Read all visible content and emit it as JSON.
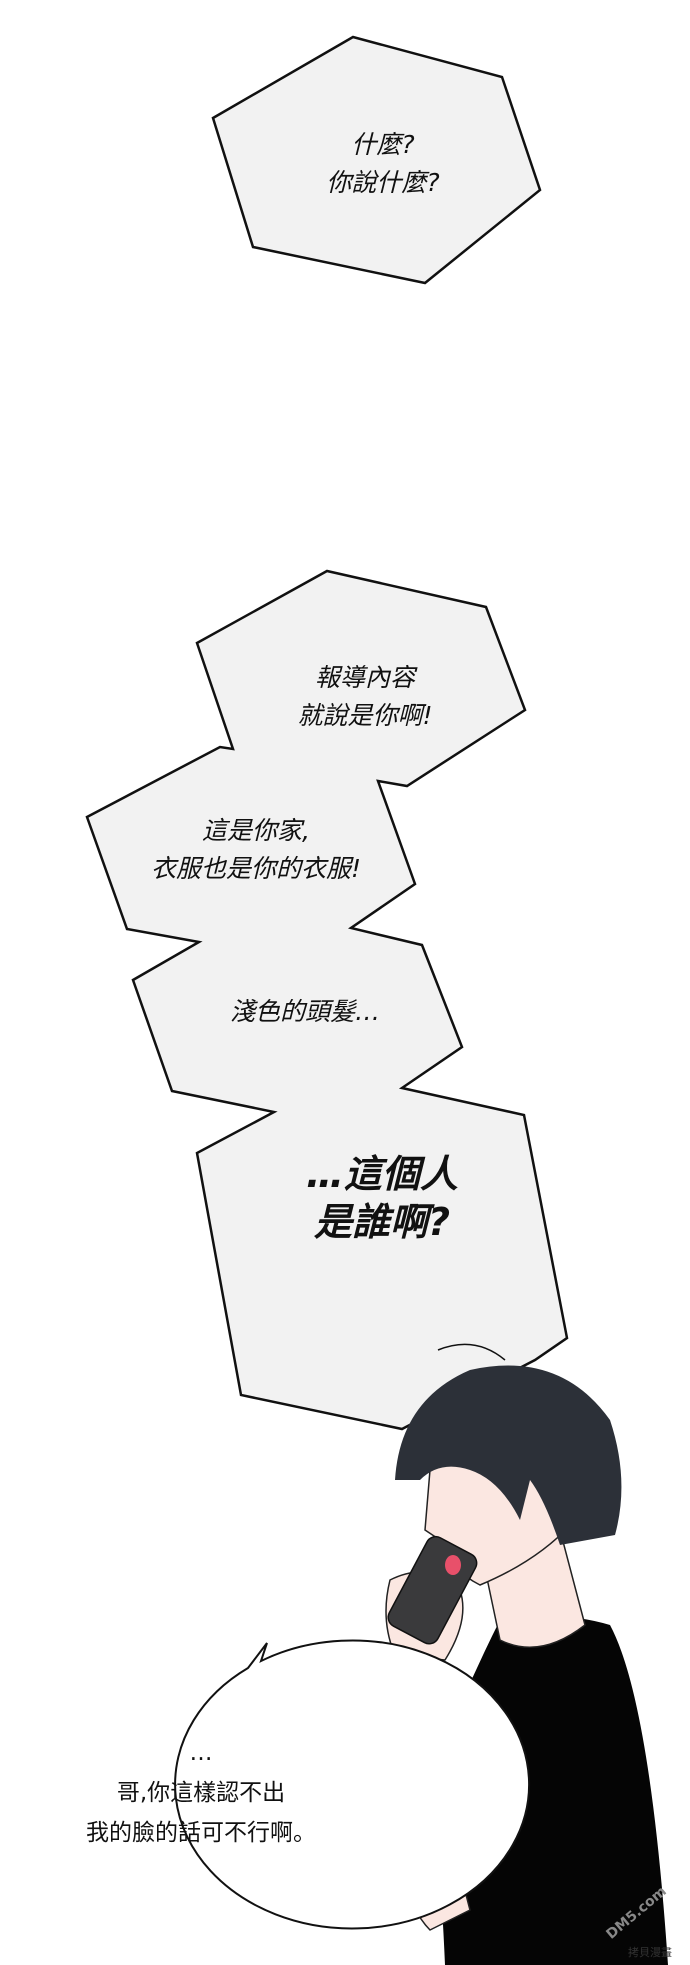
{
  "bubbles": {
    "top": {
      "line1": "什麼?",
      "line2": "你說什麼?"
    },
    "report": {
      "line1": "報導內容",
      "line2": "就說是你啊!"
    },
    "home": {
      "line1": "這是你家,",
      "line2": "衣服也是你的衣服!"
    },
    "hair": {
      "line1": "淺色的頭髮…"
    },
    "who": {
      "line1": "…這個人",
      "line2": "是誰啊?"
    },
    "speech": {
      "line1": "…",
      "line2": "哥,你這樣認不出",
      "line3": "我的臉的話可不行啊。"
    }
  },
  "watermarks": {
    "site": "DM5.com",
    "source": "拷貝漫畫"
  },
  "colors": {
    "bubble_fill": "#f2f2f2",
    "hair": "#2c3038",
    "skin": "#fbe7e1",
    "shirt": "#050505",
    "phone": "#3a3a3c",
    "mouth": "#e8506a"
  }
}
